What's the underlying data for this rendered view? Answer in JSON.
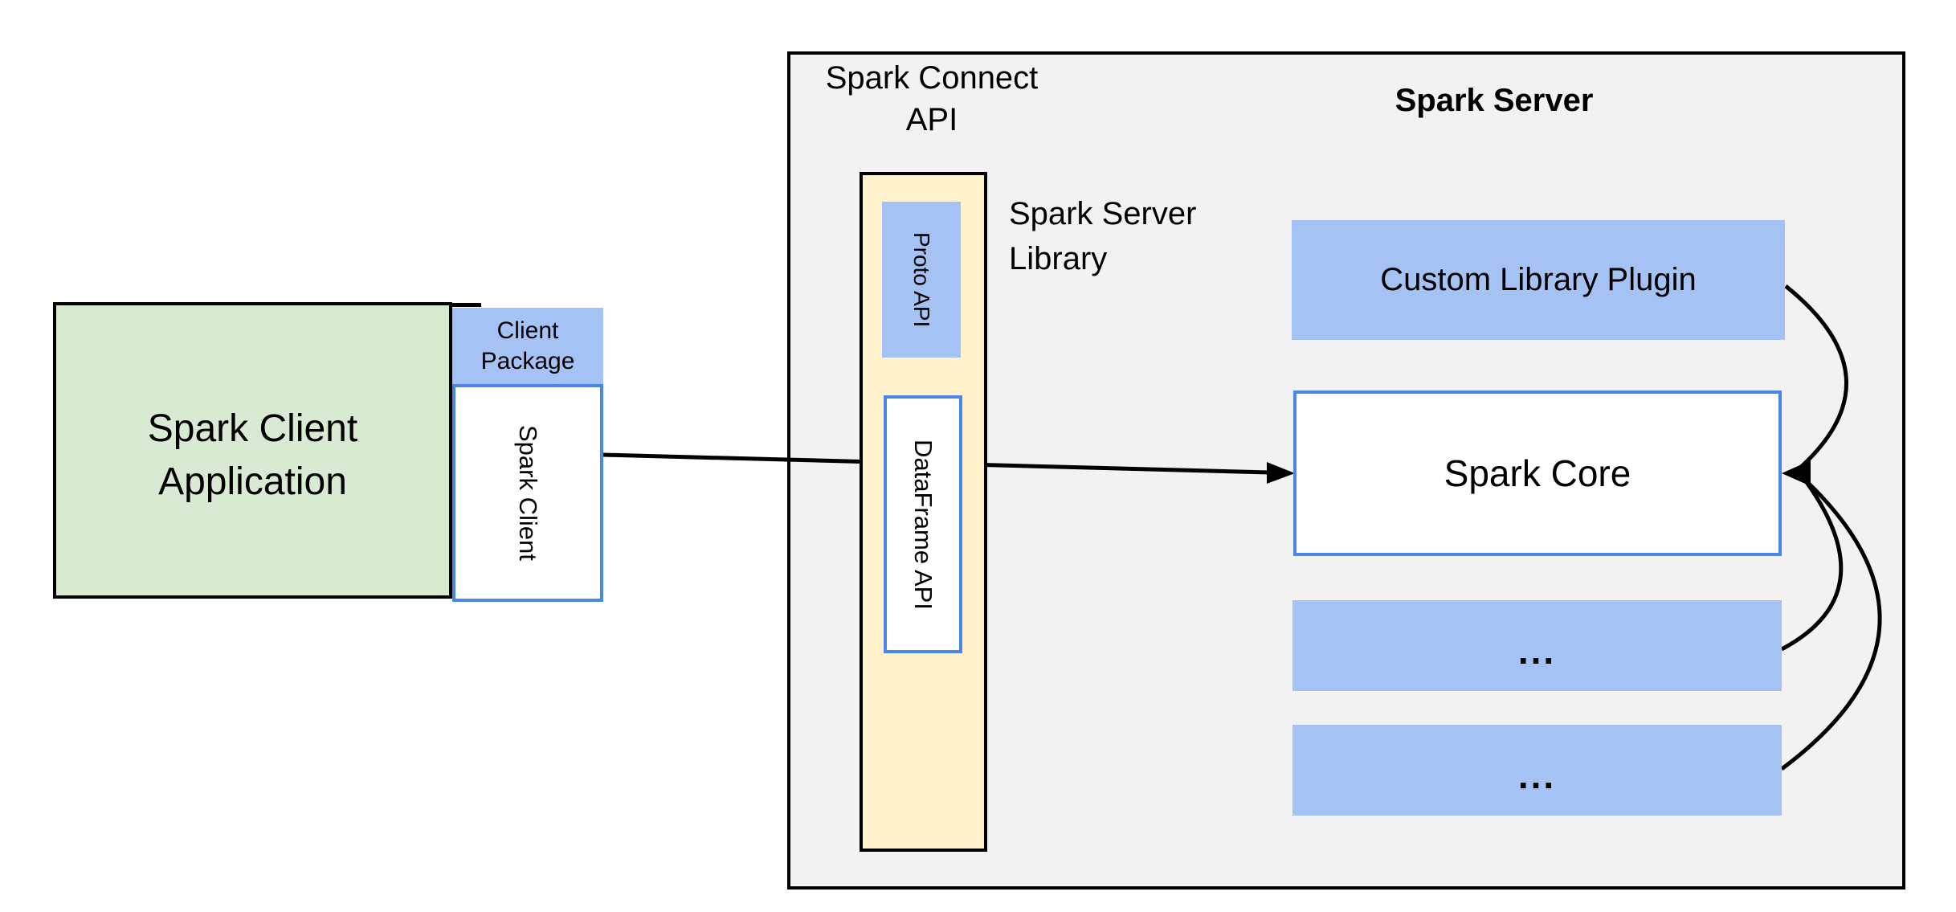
{
  "diagram": {
    "client_app": "Spark Client Application",
    "client_package": "Client Package",
    "spark_client": "Spark Client",
    "spark_connect_api": "Spark Connect API",
    "spark_server": "Spark Server",
    "spark_server_library": "Spark Server Library",
    "proto_api": "Proto API",
    "dataframe_api": "DataFrame API",
    "custom_library_plugin": "Custom Library Plugin",
    "spark_core": "Spark Core",
    "plugin_slot_1": "...",
    "plugin_slot_2": "..."
  },
  "colors": {
    "blue-fill": "#a4c2f4",
    "blue-border": "#4a86e8",
    "green-fill": "#d9ead3",
    "yellow-fill": "#fff2cc",
    "panel-fill": "#f2f2f2",
    "line": "#000000",
    "text": "#000000",
    "page-bg": "#ffffff"
  }
}
